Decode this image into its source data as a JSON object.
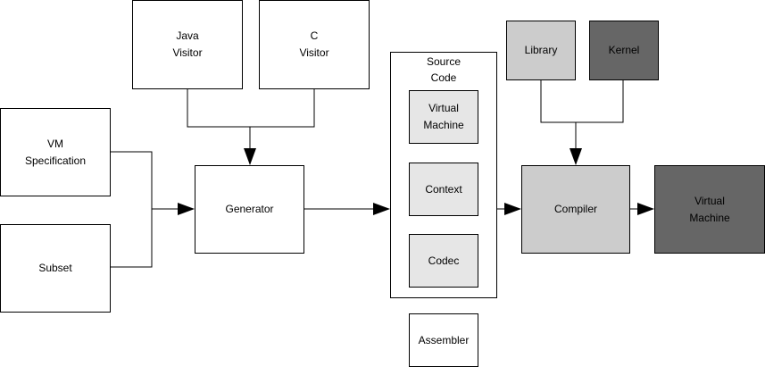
{
  "nodes": {
    "java_visitor": [
      "Java",
      "Visitor"
    ],
    "c_visitor": [
      "C",
      "Visitor"
    ],
    "vm_specification": [
      "VM",
      "Specification"
    ],
    "subset": [
      "Subset"
    ],
    "generator": [
      "Generator"
    ],
    "source_code": [
      "Source",
      "Code"
    ],
    "virtual_machine_inner": [
      "Virtual",
      "Machine"
    ],
    "context": [
      "Context"
    ],
    "codec": [
      "Codec"
    ],
    "assembler": [
      "Assembler"
    ],
    "library": [
      "Library"
    ],
    "kernel": [
      "Kernel"
    ],
    "compiler": [
      "Compiler"
    ],
    "virtual_machine_out": [
      "Virtual",
      "Machine"
    ]
  },
  "colors": {
    "light": "#e6e6e6",
    "medium": "#cccccc",
    "dark": "#666666",
    "line": "#000000"
  }
}
